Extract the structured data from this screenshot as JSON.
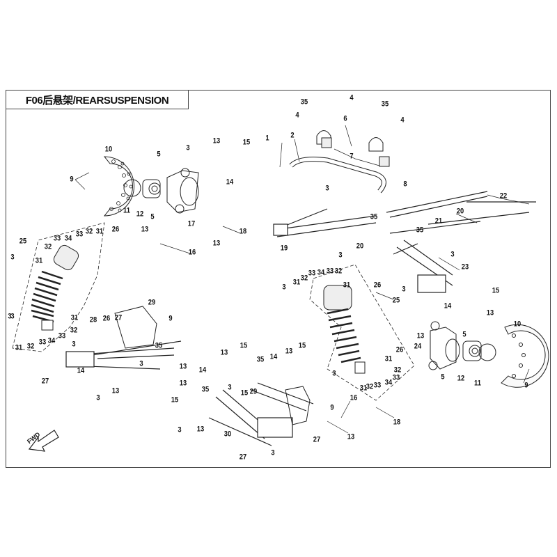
{
  "title": "F06后悬架/REARSUSPENSION",
  "direction_marker": "FWD",
  "labels": [
    "10",
    "9",
    "11",
    "12",
    "5",
    "5",
    "3",
    "13",
    "14",
    "15",
    "17",
    "18",
    "13",
    "13",
    "16",
    "26",
    "25",
    "33",
    "34",
    "33",
    "32",
    "31",
    "32",
    "31",
    "3",
    "3",
    "31",
    "32",
    "33",
    "34",
    "33",
    "32",
    "31",
    "28",
    "26",
    "27",
    "29",
    "9",
    "3",
    "35",
    "27",
    "14",
    "13",
    "3",
    "3",
    "13",
    "13",
    "15",
    "14",
    "13",
    "15",
    "15",
    "35",
    "14",
    "13",
    "15",
    "3",
    "35",
    "13",
    "3",
    "30",
    "29",
    "9",
    "27",
    "3",
    "27",
    "16",
    "13",
    "18",
    "35",
    "4",
    "4",
    "6",
    "35",
    "4",
    "7",
    "1",
    "2",
    "3",
    "8",
    "22",
    "20",
    "21",
    "35",
    "19",
    "20",
    "3",
    "35",
    "3",
    "23",
    "15",
    "3",
    "14",
    "13",
    "13",
    "5",
    "24",
    "10",
    "12",
    "11",
    "9",
    "5",
    "26",
    "3",
    "31",
    "32",
    "33",
    "34",
    "33",
    "32",
    "31",
    "26",
    "25",
    "3",
    "31",
    "32",
    "33",
    "34",
    "33",
    "32",
    "31",
    "3"
  ]
}
